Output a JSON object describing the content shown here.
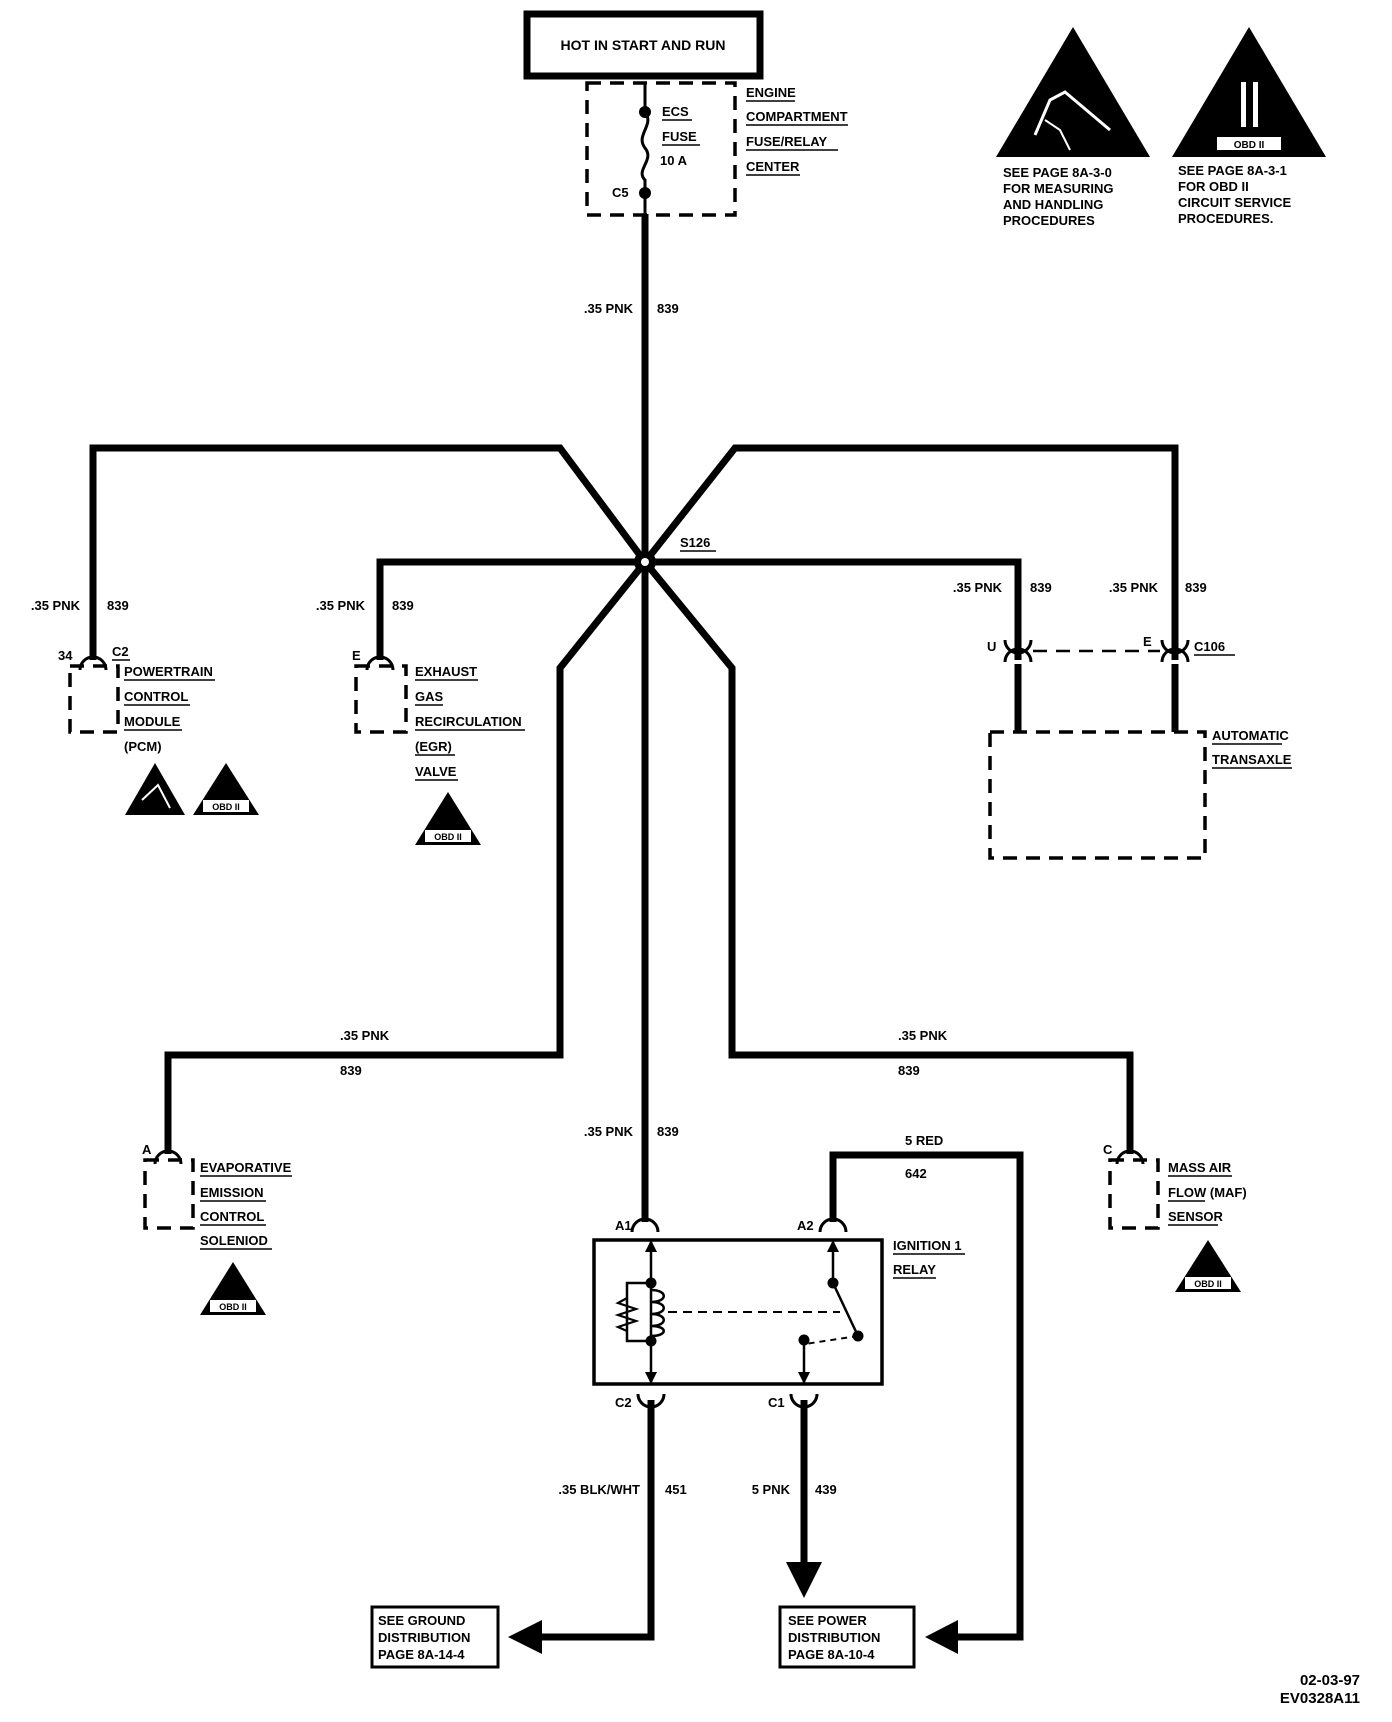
{
  "source": {
    "label": "HOT IN START AND RUN"
  },
  "fuse_center": {
    "lines": [
      "ENGINE",
      "COMPARTMENT",
      "FUSE/RELAY",
      "CENTER"
    ]
  },
  "fuse": {
    "name": "ECS",
    "type": "FUSE",
    "rating": "10 A",
    "connector": "C5"
  },
  "main_feed": {
    "wire": ".35 PNK",
    "circuit": "839"
  },
  "splice": {
    "id": "S126"
  },
  "pcm": {
    "wire": ".35 PNK",
    "circuit": "839",
    "pin": "34",
    "connector": "C2",
    "lines": [
      "POWERTRAIN",
      "CONTROL",
      "MODULE",
      "(PCM)"
    ]
  },
  "egr": {
    "wire": ".35 PNK",
    "circuit": "839",
    "pin": "E",
    "lines": [
      "EXHAUST",
      "GAS",
      "RECIRCULATION",
      "(EGR)",
      "VALVE"
    ]
  },
  "transaxle": {
    "wire1": ".35 PNK",
    "circuit1": "839",
    "pin1": "U",
    "wire2": ".35 PNK",
    "circuit2": "839",
    "pin2": "E",
    "connector": "C106",
    "lines": [
      "AUTOMATIC",
      "TRANSAXLE"
    ]
  },
  "evap": {
    "wire": ".35 PNK",
    "circuit": "839",
    "pin": "A",
    "lines": [
      "EVAPORATIVE",
      "EMISSION",
      "CONTROL",
      "SOLENIOD"
    ]
  },
  "maf": {
    "wire": ".35 PNK",
    "circuit": "839",
    "pin": "C",
    "lines": [
      "MASS AIR",
      "FLOW (MAF)",
      "SENSOR"
    ]
  },
  "relay": {
    "in_wire": ".35 PNK",
    "in_circuit": "839",
    "pin_a1": "A1",
    "pin_a2": "A2",
    "pin_c1": "C1",
    "pin_c2": "C2",
    "lines": [
      "IGNITION 1",
      "RELAY"
    ],
    "feed_wire": "5 RED",
    "feed_circuit": "642",
    "ground_wire": ".35 BLK/WHT",
    "ground_circuit": "451",
    "out_wire": "5 PNK",
    "out_circuit": "439"
  },
  "ground_ref": {
    "lines": [
      "SEE GROUND",
      "DISTRIBUTION",
      "PAGE 8A-14-4"
    ]
  },
  "power_ref": {
    "lines": [
      "SEE POWER",
      "DISTRIBUTION",
      "PAGE 8A-10-4"
    ]
  },
  "esd_note": {
    "lines": [
      "SEE PAGE 8A-3-0",
      "FOR MEASURING",
      "AND HANDLING",
      "PROCEDURES"
    ]
  },
  "obd_note": {
    "lines": [
      "SEE PAGE 8A-3-1",
      "FOR OBD II",
      "CIRCUIT SERVICE",
      "PROCEDURES."
    ],
    "badge": "OBD II"
  },
  "obd_badge": "OBD II",
  "footer": {
    "date": "02-03-97",
    "code": "EV0328A11"
  }
}
